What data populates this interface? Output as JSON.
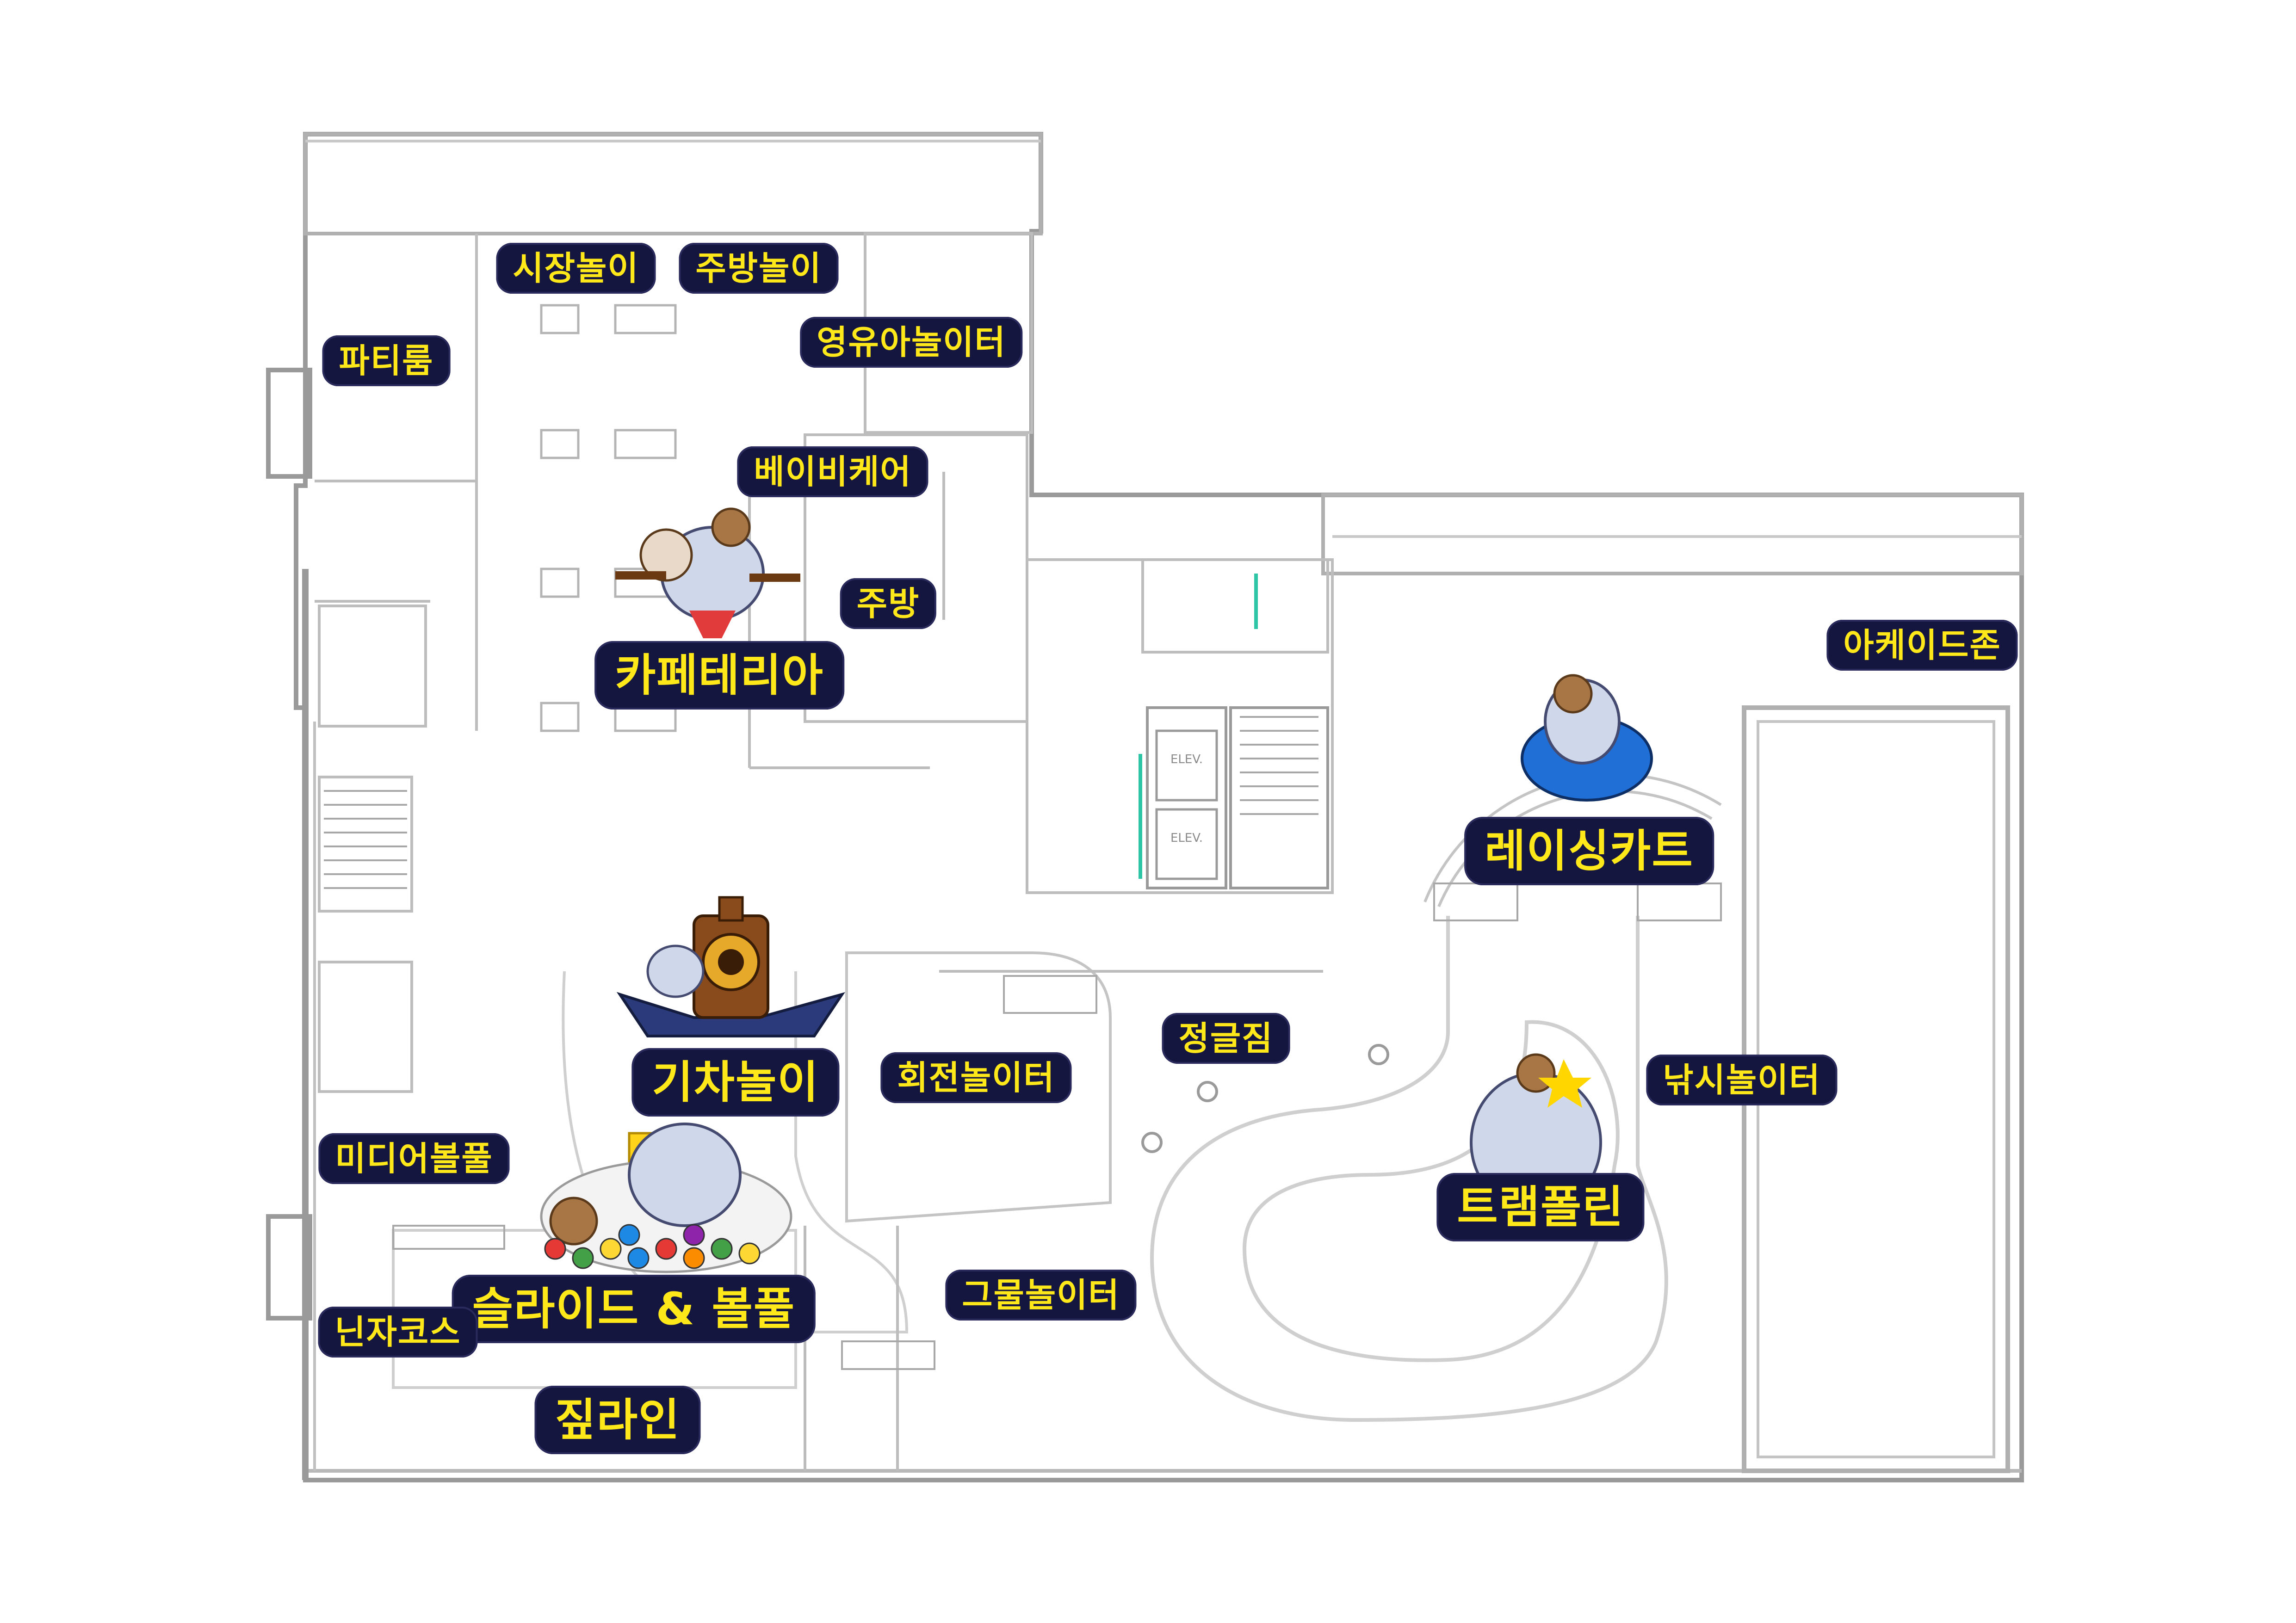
{
  "floor_plan": {
    "zones": [
      {
        "id": "party-room",
        "name": "파티룸"
      },
      {
        "id": "market-play",
        "name": "시장놀이"
      },
      {
        "id": "kitchen-play",
        "name": "주방놀이"
      },
      {
        "id": "infant-play",
        "name": "영유아놀이터"
      },
      {
        "id": "baby-care",
        "name": "베이비케어"
      },
      {
        "id": "kitchen",
        "name": "주방"
      },
      {
        "id": "cafeteria",
        "name": "카페테리아"
      },
      {
        "id": "arcade-zone",
        "name": "아케이드존"
      },
      {
        "id": "racing-kart",
        "name": "레이싱카트"
      },
      {
        "id": "train-ride",
        "name": "기차놀이"
      },
      {
        "id": "spinning-play",
        "name": "회전놀이터"
      },
      {
        "id": "jungle-gym",
        "name": "정글짐"
      },
      {
        "id": "fishing-play",
        "name": "낚시놀이터"
      },
      {
        "id": "media-ballpool",
        "name": "미디어볼풀"
      },
      {
        "id": "trampoline",
        "name": "트램폴린"
      },
      {
        "id": "slide-ballpool",
        "name": "슬라이드 & 볼풀"
      },
      {
        "id": "net-play",
        "name": "그물놀이터"
      },
      {
        "id": "ninja-course",
        "name": "닌자코스"
      },
      {
        "id": "zip-line",
        "name": "짚라인"
      }
    ],
    "elevators": [
      {
        "id": "elevator-1",
        "label": "ELEV."
      },
      {
        "id": "elevator-2",
        "label": "ELEV."
      }
    ],
    "mascots": [
      {
        "id": "cafeteria-mascot",
        "icon": "elephant-monkey-chef"
      },
      {
        "id": "racing-mascot",
        "icon": "elephant-kart"
      },
      {
        "id": "train-mascot",
        "icon": "elephant-train"
      },
      {
        "id": "trampoline-mascot",
        "icon": "elephant-monkey"
      },
      {
        "id": "ballpool-mascot",
        "icon": "elephant-ballpool"
      }
    ]
  },
  "colors": {
    "label_bg": "#15163f",
    "label_text": "#ffe81a",
    "wall": "#9a9a9a",
    "wall_fill": "#c9c9c9",
    "line": "#bdbdbd",
    "accent": "#2ec4a6"
  }
}
